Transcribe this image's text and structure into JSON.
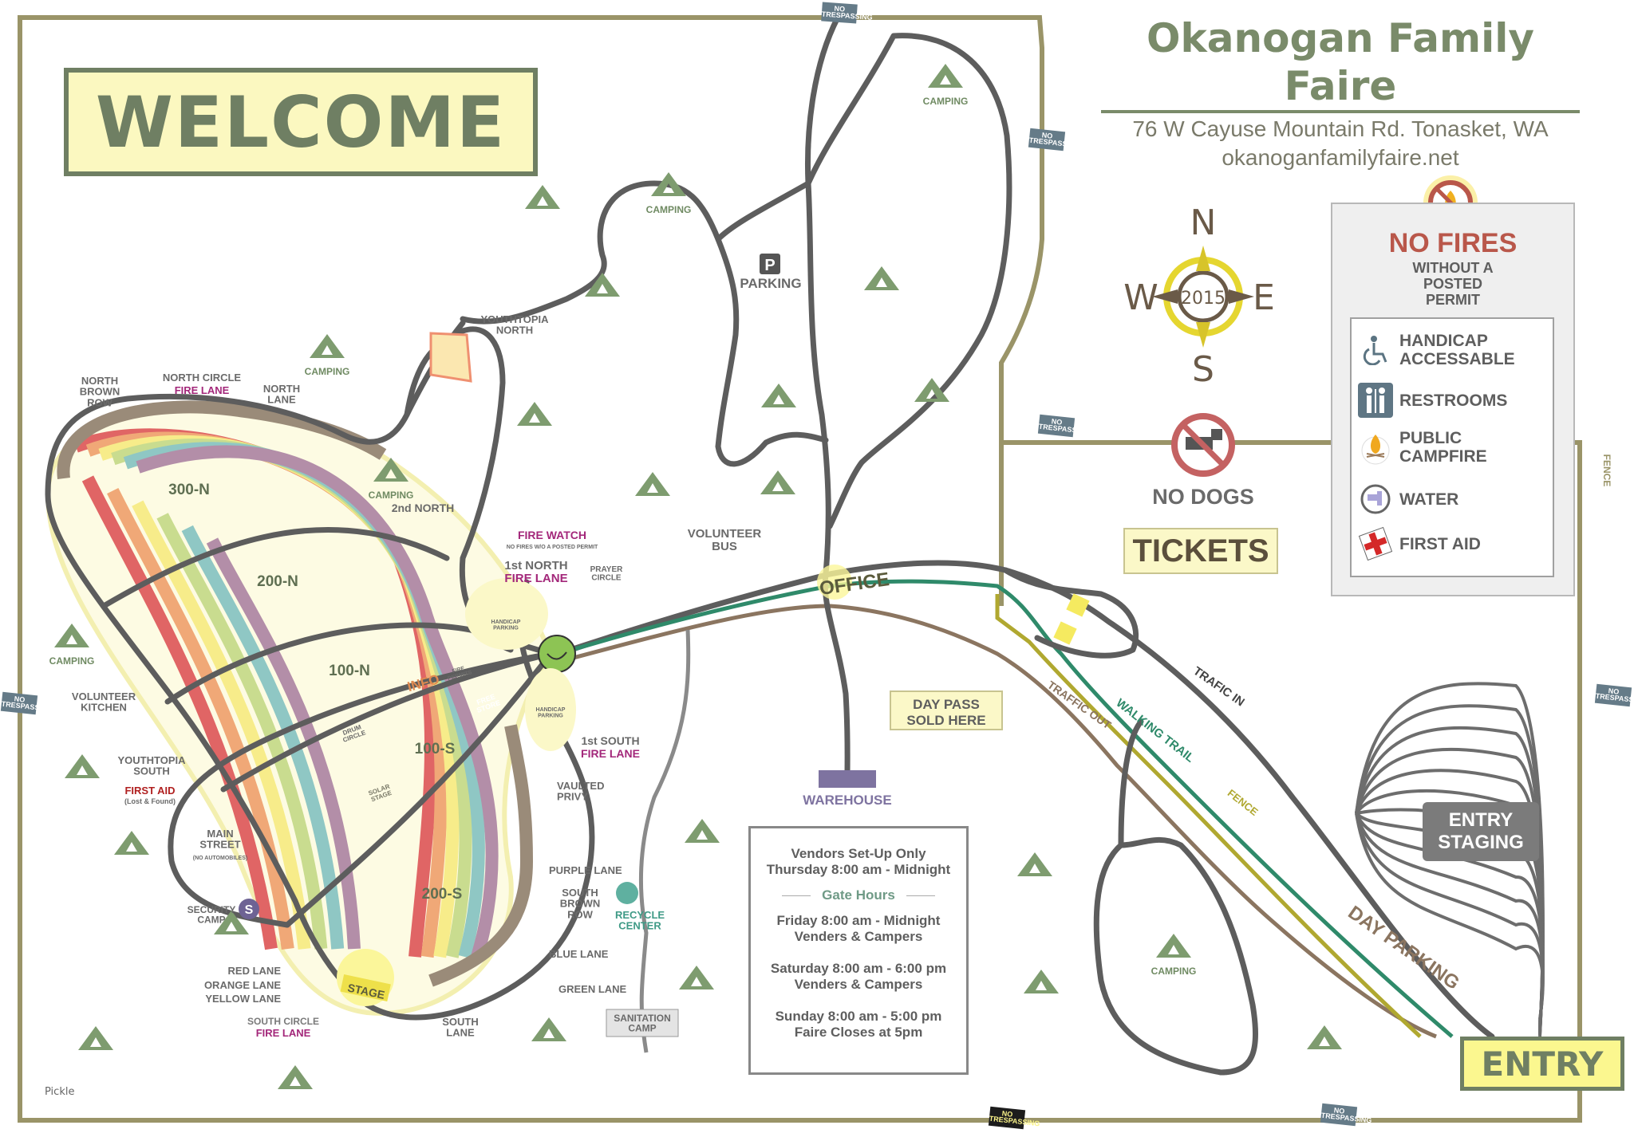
{
  "header": {
    "welcome": "WELCOME",
    "title": "Okanogan Family Faire",
    "address": "76 W Cayuse Mountain Rd. Tonasket, WA",
    "website": "okanoganfamilyfaire.net"
  },
  "compass": {
    "n": "N",
    "s": "S",
    "e": "E",
    "w": "W",
    "year": "2015"
  },
  "no_fires": {
    "title": "NO FIRES",
    "subtitle_lines": [
      "WITHOUT A",
      "POSTED",
      "PERMIT"
    ],
    "legend": [
      {
        "icon": "wheelchair-icon",
        "label_lines": [
          "HANDICAP",
          "ACCESSABLE"
        ]
      },
      {
        "icon": "restroom-icon",
        "label_lines": [
          "RESTROOMS"
        ]
      },
      {
        "icon": "campfire-icon",
        "label_lines": [
          "PUBLIC",
          "CAMPFIRE"
        ]
      },
      {
        "icon": "water-tap-icon",
        "label_lines": [
          "WATER"
        ]
      },
      {
        "icon": "first-aid-icon",
        "label_lines": [
          "FIRST AID"
        ]
      }
    ]
  },
  "no_dogs": "NO DOGS",
  "tickets": "TICKETS",
  "day_pass": [
    "DAY PASS",
    "SOLD HERE"
  ],
  "entry": "ENTRY",
  "entry_staging": [
    "ENTRY",
    "STAGING"
  ],
  "signature": "Pickle",
  "hours": {
    "setup_title": "Vendors Set-Up Only",
    "setup_time": "Thursday 8:00 am - Midnight",
    "gate_title": "Gate Hours",
    "days": [
      {
        "time": "Friday 8:00 am - Midnight",
        "note": "Venders & Campers"
      },
      {
        "time": "Saturday  8:00 am - 6:00 pm",
        "note": "Venders & Campers"
      },
      {
        "time": "Sunday 8:00 am - 5:00 pm",
        "note": "Faire Closes at 5pm"
      }
    ]
  },
  "no_trespassing": [
    "NO",
    "TRESPASSING"
  ],
  "labels": {
    "camping": "CAMPING",
    "parking": "PARKING",
    "parking_glyph": "P",
    "youthtopia_north": [
      "YOUTHTOPIA",
      "NORTH"
    ],
    "youthtopia_south": [
      "YOUTHTOPIA",
      "SOUTH"
    ],
    "north_brown_row": [
      "NORTH",
      "BROWN",
      "ROW"
    ],
    "north_circle": "NORTH CIRCLE",
    "fire_lane": "FIRE LANE",
    "north_lane": [
      "NORTH",
      "LANE"
    ],
    "second_north": "2nd NORTH",
    "first_north": "1st NORTH",
    "first_south": "1st SOUTH",
    "zone_300n": "300-N",
    "zone_200n": "200-N",
    "zone_100n": "100-N",
    "zone_100s": "100-S",
    "zone_200s": "200-S",
    "info": "INFO",
    "fire_permits": [
      "FIRE",
      "PERMITS"
    ],
    "free_store": [
      "FREE",
      "STORE"
    ],
    "drum_circle": [
      "DRUM",
      "CIRCLE"
    ],
    "solar_stage": [
      "SOLAR",
      "STAGE"
    ],
    "stage": "STAGE",
    "fire_watch": "FIRE WATCH",
    "fire_watch_note": "NO FIRES W/O A POSTED PERMIT",
    "prayer_circle": [
      "PRAYER",
      "CIRCLE"
    ],
    "handicap_parking": [
      "HANDICAP",
      "PARKING"
    ],
    "volunteer_bus": [
      "VOLUNTEER",
      "BUS"
    ],
    "office": "OFFICE",
    "warehouse": "WAREHOUSE",
    "volunteer_kitchen": [
      "VOLUNTEER",
      "KITCHEN"
    ],
    "first_aid": "FIRST AID",
    "lost_found": "(Lost & Found)",
    "main_street": [
      "MAIN",
      "STREET"
    ],
    "no_automobiles": "(NO AUTOMOBILES)",
    "security_camp": [
      "SECURITY",
      "CAMP"
    ],
    "red_lane": "RED LANE",
    "orange_lane": "ORANGE LANE",
    "yellow_lane": "YELLOW LANE",
    "south_circle": "SOUTH CIRCLE",
    "south_lane": [
      "SOUTH",
      "LANE"
    ],
    "green_lane": "GREEN LANE",
    "blue_lane": "BLUE LANE",
    "south_brown_row": [
      "SOUTH",
      "BROWN",
      "ROW"
    ],
    "purple_lane": "PURPLE LANE",
    "vaulted_privy": [
      "VAULTED",
      "PRIVY"
    ],
    "recycle_center": [
      "RECYCLE",
      "CENTER"
    ],
    "sanitation_camp": [
      "SANITATION",
      "CAMP"
    ],
    "traffic_in": "TRAFIC IN",
    "traffic_out": "TRAFFIC OUT",
    "walking_trail": "WALKING TRAIL",
    "fence": "FENCE",
    "day_parking": "DAY PARKING",
    "security_glyph": "S"
  },
  "colors": {
    "border": "#9a9468",
    "road": "#5d5d5d",
    "tent": "#7e9c6f",
    "fire_lane": "#a3277a",
    "walking_trail": "#2f8a6a",
    "traffic_out": "#8b7560",
    "fence_yellow": "#b0a830",
    "lanes": [
      "#e06565",
      "#f0a877",
      "#f7ec8a",
      "#c9dc8f",
      "#8fc7c4",
      "#b38ea8",
      "#9a8b79"
    ]
  }
}
